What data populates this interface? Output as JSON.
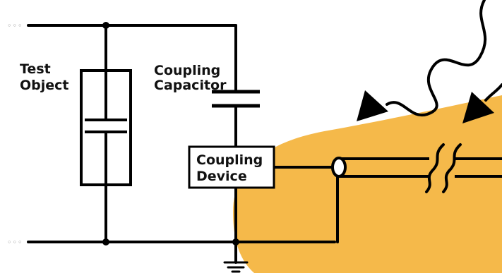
{
  "labels": {
    "test_object_line1": "Test",
    "test_object_line2": "Object",
    "coupling_capacitor_line1": "Coupling",
    "coupling_capacitor_line2": "Capacitor",
    "coupling_device_line1": "Coupling",
    "coupling_device_line2": "Device"
  },
  "terminals": {
    "top": "◦◦◦",
    "bottom": "◦◦◦"
  },
  "colors": {
    "wire": "#000000",
    "noise_blob": "#F5B94A",
    "background": "#FFFFFF"
  }
}
